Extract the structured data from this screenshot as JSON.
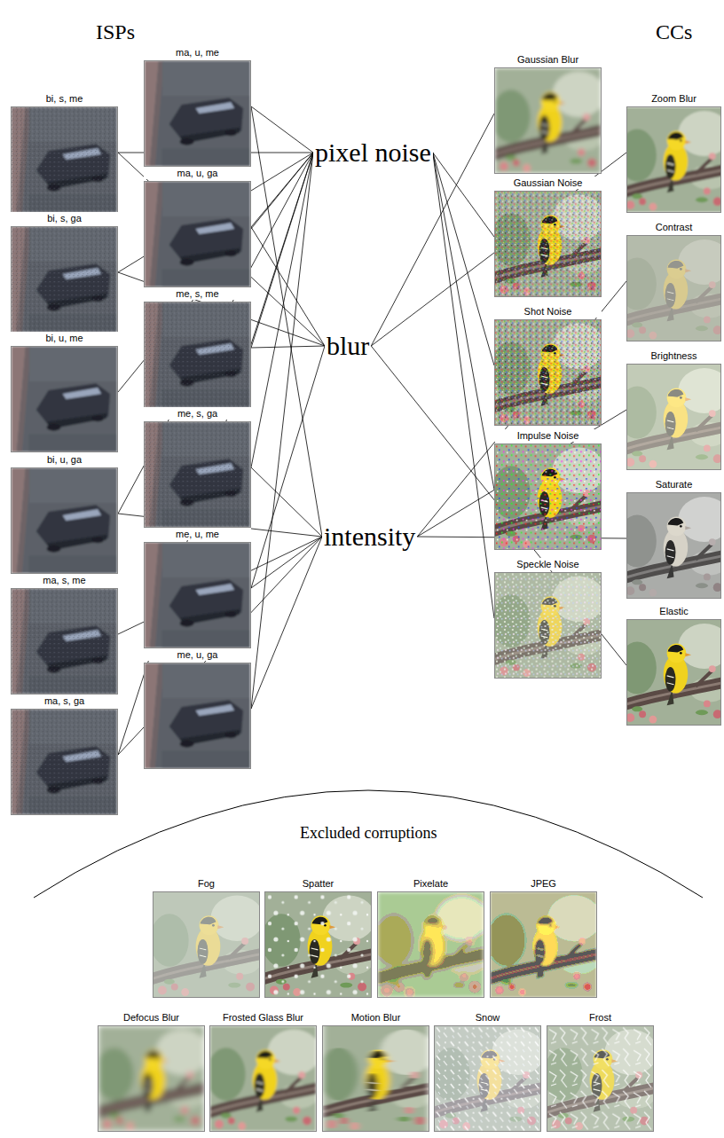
{
  "diagram": {
    "nodes": [
      {
        "text": [
          "bi, s, me"
        ]
      },
      {
        "text": [
          "bi, s, ga"
        ]
      },
      {
        "text": [
          "bi, u, me"
        ]
      },
      {
        "text": [
          "bi, u, ga"
        ]
      },
      {
        "text": [
          "ma, s, me"
        ]
      },
      {
        "text": [
          "ma, s, ga"
        ]
      },
      {
        "text": [
          "ma, u, me"
        ]
      },
      {
        "text": [
          "ma, u, ga"
        ]
      },
      {
        "text": [
          "me, s, me"
        ]
      },
      {
        "text": [
          "me, s, ga"
        ]
      },
      {
        "text": [
          "me, u, me"
        ]
      },
      {
        "text": [
          "me, u, ga"
        ]
      },
      {
        "text": [
          "pixel noise"
        ]
      },
      {
        "text": [
          "blur"
        ]
      },
      {
        "text": [
          "intensity"
        ]
      },
      {
        "text": [
          "Gaussian Blur"
        ]
      },
      {
        "text": [
          "Gaussian Noise"
        ]
      },
      {
        "text": [
          "Shot Noise"
        ]
      },
      {
        "text": [
          "Impulse Noise"
        ]
      },
      {
        "text": [
          "Speckle Noise"
        ]
      },
      {
        "text": [
          "Zoom Blur"
        ]
      },
      {
        "text": [
          "Contrast"
        ]
      },
      {
        "text": [
          "Brightness"
        ]
      },
      {
        "text": [
          "Saturate"
        ]
      },
      {
        "text": [
          "Elastic"
        ]
      },
      {
        "text": [
          "Fog"
        ]
      },
      {
        "text": [
          "Spatter"
        ]
      },
      {
        "text": [
          "Pixelate"
        ]
      },
      {
        "text": [
          "JPEG"
        ]
      },
      {
        "text": [
          "Defocus Blur"
        ]
      },
      {
        "text": [
          "Frosted Glass Blur"
        ]
      },
      {
        "text": [
          "Motion Blur"
        ]
      },
      {
        "text": [
          "Snow"
        ]
      },
      {
        "text": [
          "Frost"
        ]
      }
    ],
    "edges": [
      {
        "from": 0,
        "to": 12,
        "arrow": "none"
      },
      {
        "from": 0,
        "to": 13,
        "arrow": "none"
      },
      {
        "from": 1,
        "to": 12,
        "arrow": "none"
      },
      {
        "from": 1,
        "to": 13,
        "arrow": "none"
      },
      {
        "from": 2,
        "to": 12,
        "arrow": "none"
      },
      {
        "from": 3,
        "to": 12,
        "arrow": "none"
      },
      {
        "from": 3,
        "to": 14,
        "arrow": "none"
      },
      {
        "from": 4,
        "to": 14,
        "arrow": "none"
      },
      {
        "from": 5,
        "to": 12,
        "arrow": "none"
      },
      {
        "from": 5,
        "to": 14,
        "arrow": "none"
      },
      {
        "from": 6,
        "to": 12,
        "arrow": "none"
      },
      {
        "from": 6,
        "to": 14,
        "arrow": "none"
      },
      {
        "from": 7,
        "to": 12,
        "arrow": "none"
      },
      {
        "from": 7,
        "to": 13,
        "arrow": "none"
      },
      {
        "from": 8,
        "to": 12,
        "arrow": "none"
      },
      {
        "from": 8,
        "to": 13,
        "arrow": "none"
      },
      {
        "from": 9,
        "to": 12,
        "arrow": "none"
      },
      {
        "from": 9,
        "to": 14,
        "arrow": "none"
      },
      {
        "from": 10,
        "to": 13,
        "arrow": "none"
      },
      {
        "from": 10,
        "to": 14,
        "arrow": "none"
      },
      {
        "from": 11,
        "to": 12,
        "arrow": "none"
      },
      {
        "from": 11,
        "to": 14,
        "arrow": "none"
      },
      {
        "from": 12,
        "to": 16,
        "arrow": "none"
      },
      {
        "from": 12,
        "to": 17,
        "arrow": "none"
      },
      {
        "from": 12,
        "to": 18,
        "arrow": "none"
      },
      {
        "from": 12,
        "to": 19,
        "arrow": "none"
      },
      {
        "from": 13,
        "to": 15,
        "arrow": "none"
      },
      {
        "from": 13,
        "to": 20,
        "arrow": "none"
      },
      {
        "from": 13,
        "to": 24,
        "arrow": "none"
      },
      {
        "from": 14,
        "to": 21,
        "arrow": "none"
      },
      {
        "from": 14,
        "to": 22,
        "arrow": "none"
      },
      {
        "from": 14,
        "to": 23,
        "arrow": "none"
      }
    ],
    "labels": [
      "ISPs",
      "CCs",
      "Excluded corruptions"
    ]
  }
}
